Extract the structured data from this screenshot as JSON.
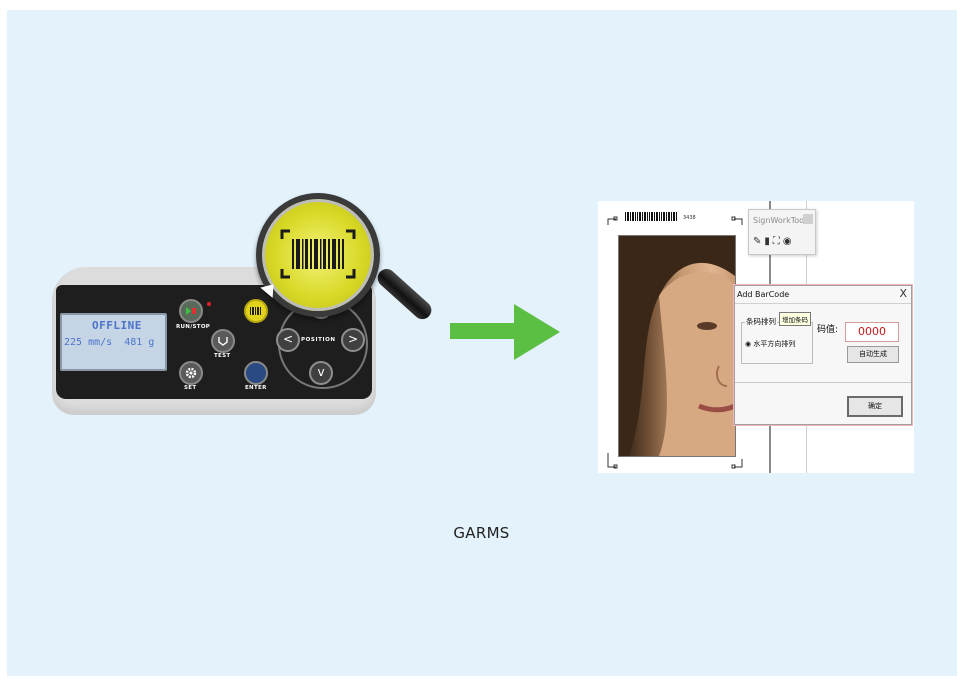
{
  "controller": {
    "lcd": {
      "status": "OFFLINE",
      "speed": "225 mm/s",
      "force": "481 g"
    },
    "buttons": {
      "run_stop": "RUN/STOP",
      "test": "TEST",
      "set": "SET",
      "enter": "ENTER",
      "position": "POSITION"
    },
    "dpad": {
      "up": "^",
      "down": "v",
      "left": "<",
      "right": ">"
    }
  },
  "screenshot": {
    "barcode_number": "3438",
    "toolbar": {
      "title": "SignWorkTool"
    },
    "dialog": {
      "title": "Add BarCode",
      "close": "X",
      "group_label": "条码排列",
      "tooltip": "增加条码",
      "radio_horizontal": "水平方向排列",
      "value_label": "码值:",
      "value": "0000",
      "auto_generate": "自动生成",
      "ok": "确定"
    }
  },
  "caption": "GARMS",
  "colors": {
    "background": "#e3f2fb",
    "arrow": "#5bbf43",
    "magnifier_glow": "#d8d826",
    "lcd_text": "#4b74c9",
    "value_text": "#c01818"
  }
}
